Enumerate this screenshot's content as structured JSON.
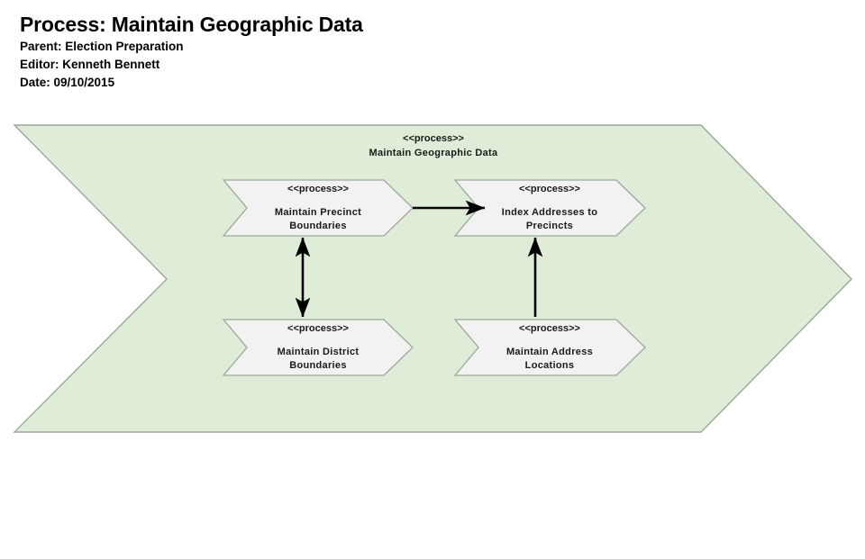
{
  "header": {
    "title": "Process: Maintain Geographic Data",
    "parent_line": "Parent: Election Preparation",
    "editor_line": "Editor: Kenneth Bennett",
    "date_line": "Date: 09/10/2015"
  },
  "colors": {
    "container_fill": "#dfecd8",
    "container_stroke": "#9aa89a",
    "node_fill": "#f2f2f2",
    "node_stroke": "#9aa89a",
    "arrow": "#000000",
    "text": "#1a1a1a",
    "page_background": "#ffffff"
  },
  "container": {
    "stereotype": "<<process>>",
    "name": "Maintain Geographic Data"
  },
  "nodes": [
    {
      "id": "maintain-precinct-boundaries",
      "stereotype": "<<process>>",
      "name_line1": "Maintain  Precinct",
      "name_line2": "Boundaries"
    },
    {
      "id": "index-addresses-to-precincts",
      "stereotype": "<<process>>",
      "name_line1": "Index Addresses  to",
      "name_line2": "Precincts"
    },
    {
      "id": "maintain-district-boundaries",
      "stereotype": "<<process>>",
      "name_line1": "Maintain  District",
      "name_line2": "Boundaries"
    },
    {
      "id": "maintain-address-locations",
      "stereotype": "<<process>>",
      "name_line1": "Maintain  Address",
      "name_line2": "Locations"
    }
  ],
  "connectors": [
    {
      "id": "precinct-to-index",
      "from": "maintain-precinct-boundaries",
      "to": "index-addresses-to-precincts",
      "direction": "right",
      "arrowheads": "single"
    },
    {
      "id": "precinct-district-bidirectional",
      "from": "maintain-precinct-boundaries",
      "to": "maintain-district-boundaries",
      "direction": "vertical",
      "arrowheads": "double"
    },
    {
      "id": "address-locations-to-index",
      "from": "maintain-address-locations",
      "to": "index-addresses-to-precincts",
      "direction": "up",
      "arrowheads": "single"
    }
  ]
}
